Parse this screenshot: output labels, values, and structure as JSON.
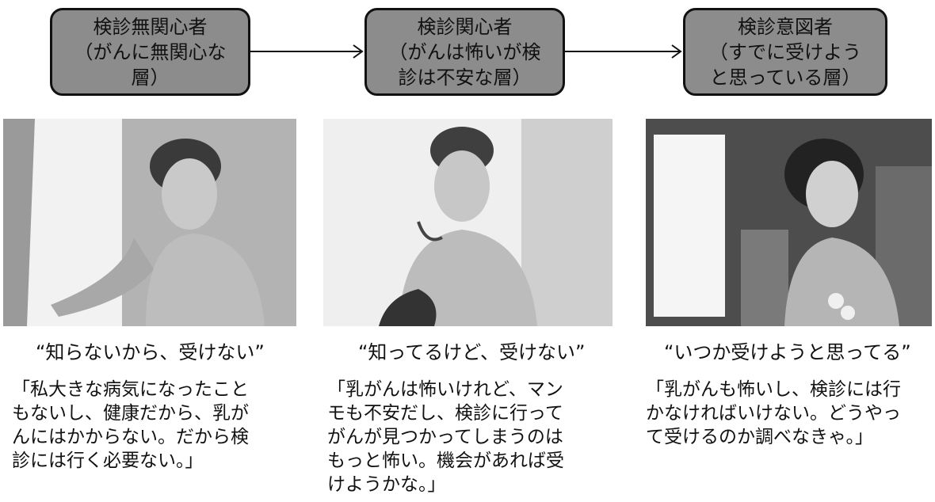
{
  "stages": [
    {
      "title": "検診無関心者\n（がんに無関心な\n層）",
      "quote": "“知らないから、受けない”",
      "text": "「私大きな病気になったこと\nもないし、健康だから、乳が\nんにはかからない。だから検\n診には行く必要ない。」"
    },
    {
      "title": "検診関心者\n（がんは怖いが検\n診は不安な層）",
      "quote": "“知ってるけど、受けない”",
      "text": "「乳がんは怖いけれど、マン\nモも不安だし、検診に行って\nがんが見つかってしまうのは\nもっと怖い。機会があれば受\nけようかな。」"
    },
    {
      "title": "検診意図者\n（すでに受けよう\nと思っている層）",
      "quote": "“いつか受けようと思ってる”",
      "text": "「乳がんも怖いし、検診には行\nかなければいけない。どうやっ\nて受けるのか調べなきゃ。」"
    }
  ],
  "colors": {
    "box_fill": "#8c8c8c",
    "line": "#111111"
  }
}
